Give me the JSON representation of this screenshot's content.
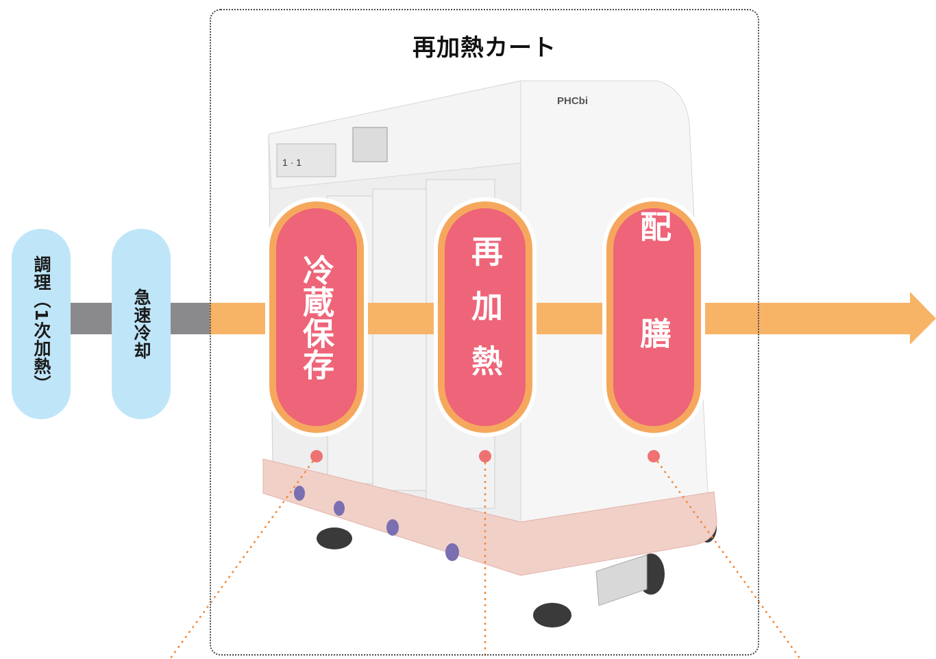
{
  "cart_label": "再加熱カート",
  "prep_steps": [
    {
      "label": "調理（1次加熱）"
    },
    {
      "label": "急速冷却"
    }
  ],
  "stages": [
    {
      "label": "冷蔵保存"
    },
    {
      "label": "再加熱"
    },
    {
      "label": "配膳"
    }
  ],
  "device_brand": "PHCbi",
  "device_counter": "1 · 1",
  "colors": {
    "arrow_gray": "#8a8a8c",
    "arrow_orange": "#f7b467",
    "stage_ring": "#f5a85d",
    "stage_fill": "#ee6478",
    "prep_fill": "#bfe5f8",
    "leader": "#f08a3c",
    "bumper": "#f1d0c8"
  }
}
